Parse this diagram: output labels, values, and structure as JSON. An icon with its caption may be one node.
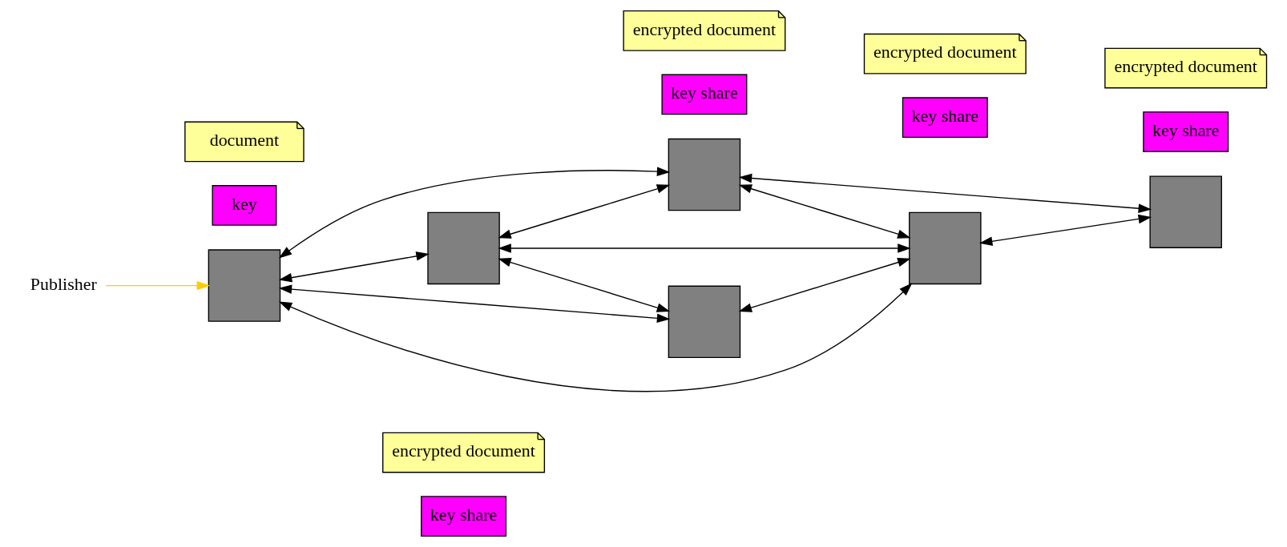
{
  "diagram": {
    "nodes": [
      {
        "text": [
          "key share"
        ]
      },
      {
        "text": [
          "encrypted document"
        ]
      },
      {
        "text": [],
        "shape": "box"
      },
      {
        "text": [
          "Publisher"
        ]
      },
      {
        "text": [
          "key share"
        ]
      },
      {
        "text": [
          "encrypted document"
        ]
      },
      {
        "text": [],
        "shape": "box"
      },
      {
        "text": [
          "key share"
        ]
      },
      {
        "text": [
          "encrypted document"
        ]
      },
      {
        "text": [
          "key"
        ]
      },
      {
        "text": [
          "document"
        ]
      },
      {
        "text": [],
        "shape": "box"
      },
      {
        "text": [],
        "shape": "box"
      },
      {
        "text": [],
        "shape": "box"
      },
      {
        "text": [],
        "shape": "box"
      },
      {
        "text": [
          "key share"
        ]
      },
      {
        "text": [
          "encrypted document"
        ]
      }
    ],
    "edges": [
      {
        "from": 3,
        "to": 11,
        "arrow": "to",
        "color": "#ffcc00"
      },
      {
        "from": 11,
        "to": 2,
        "arrow": "both"
      },
      {
        "from": 2,
        "to": 6,
        "arrow": "both"
      },
      {
        "from": 2,
        "to": 12,
        "arrow": "both"
      },
      {
        "from": 2,
        "to": 14,
        "arrow": "both"
      },
      {
        "from": 11,
        "to": 6,
        "arrow": "both"
      },
      {
        "from": 11,
        "to": 12,
        "arrow": "both"
      },
      {
        "from": 11,
        "to": 14,
        "arrow": "both"
      },
      {
        "from": 12,
        "to": 14,
        "arrow": "both"
      },
      {
        "from": 6,
        "to": 14,
        "arrow": "both"
      },
      {
        "from": 6,
        "to": 13,
        "arrow": "both"
      },
      {
        "from": 14,
        "to": 13,
        "arrow": "both"
      }
    ]
  }
}
